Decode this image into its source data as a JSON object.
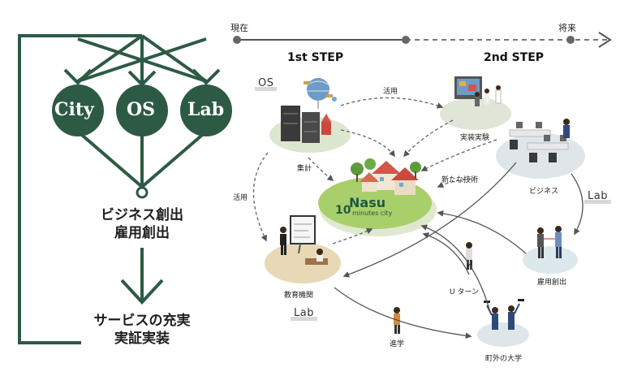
{
  "left_diagram": {
    "nodes": [
      "City",
      "OS",
      "Lab"
    ],
    "outcome1": [
      "ビジネス創出",
      "雇用創出"
    ],
    "outcome2": [
      "サービスの充実",
      "実証実装"
    ],
    "color": "#2d5a45"
  },
  "timeline": {
    "start": "現在",
    "end": "将来"
  },
  "steps": {
    "first": "1st STEP",
    "second": "2nd STEP"
  },
  "tags": {
    "os": "OS",
    "lab_right": "Lab",
    "lab_bottom": "Lab"
  },
  "center": {
    "logo_main": "Nasu",
    "logo_num": "10",
    "logo_sub": "minutes city"
  },
  "labels": {
    "katsuyo_top": "活用",
    "katsuyo_left": "活用",
    "jissou": "実装実験",
    "shukei": "集計",
    "aratana": "新たな技術",
    "business": "ビジネス",
    "koyou": "雇用創出",
    "uturn": "U ターン",
    "kyouiku": "教育機関",
    "shingaku": "進学",
    "daigaku": "町外の大学"
  }
}
